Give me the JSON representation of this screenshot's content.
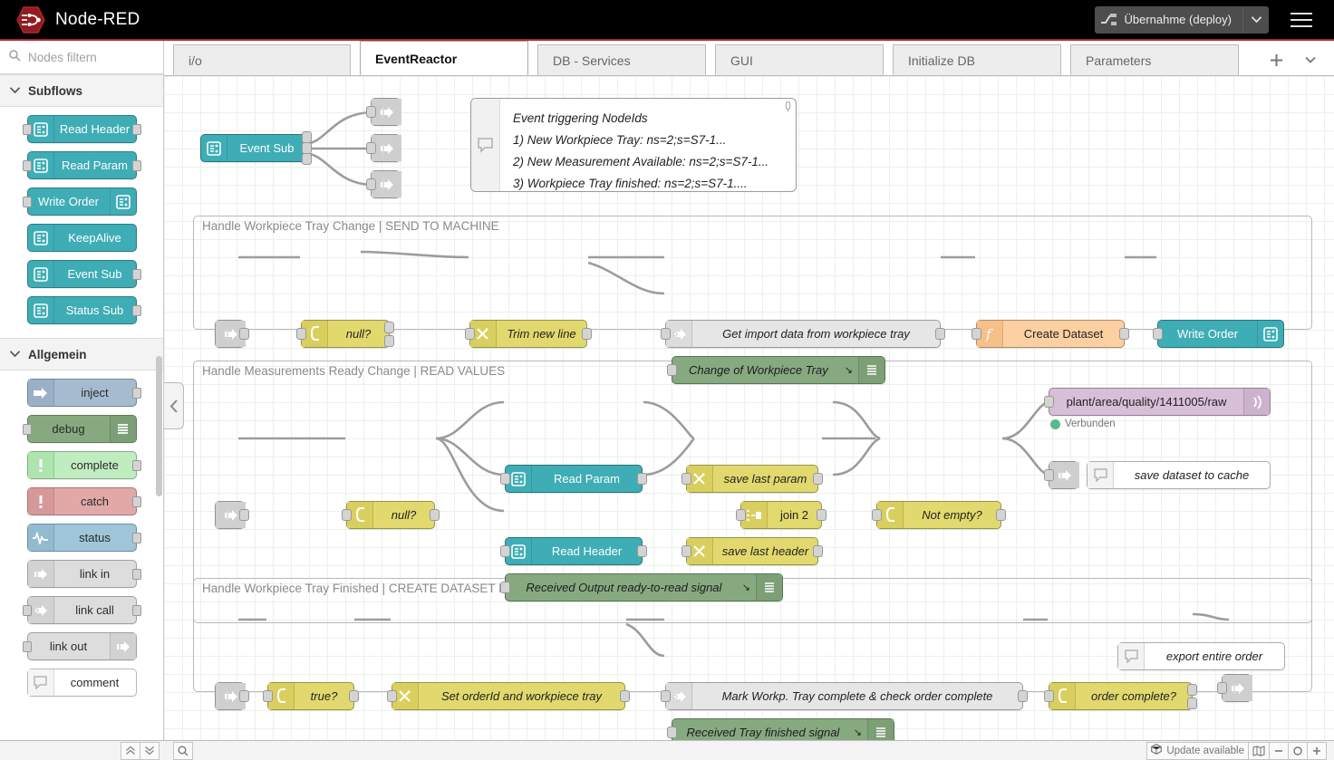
{
  "header": {
    "app_title": "Node-RED",
    "logo_icon": "node-red-hex-logo",
    "deploy_label": "Übernahme (deploy)",
    "deploy_icon": "deploy-icon",
    "deploy_caret_icon": "chevron-down-icon",
    "menu_icon": "hamburger-menu-icon"
  },
  "palette": {
    "search_placeholder": "Nodes filtern",
    "search_value": "",
    "search_icon": "search-icon",
    "categories": [
      {
        "name": "Subflows",
        "chevron_icon": "chevron-down-icon",
        "nodes": [
          {
            "label": "Read Header",
            "icon": "subflow-icon",
            "color": "#3FADB5",
            "icon_side": "left",
            "ports": [
              "in",
              "out"
            ]
          },
          {
            "label": "Read Param",
            "icon": "subflow-icon",
            "color": "#3FADB5",
            "icon_side": "left",
            "ports": [
              "in",
              "out"
            ]
          },
          {
            "label": "Write Order",
            "icon": "subflow-icon",
            "color": "#3FADB5",
            "icon_side": "right",
            "ports": [
              "in"
            ]
          },
          {
            "label": "KeepAlive",
            "icon": "subflow-icon",
            "color": "#3FADB5",
            "icon_side": "left",
            "ports": []
          },
          {
            "label": "Event Sub",
            "icon": "subflow-icon",
            "color": "#3FADB5",
            "icon_side": "left",
            "ports": [
              "out"
            ]
          },
          {
            "label": "Status Sub",
            "icon": "subflow-icon",
            "color": "#3FADB5",
            "icon_side": "left",
            "ports": [
              "out"
            ]
          }
        ]
      },
      {
        "name": "Allgemein",
        "chevron_icon": "chevron-down-icon",
        "nodes": [
          {
            "label": "inject",
            "icon": "inject-arrow-icon",
            "color": "#A6BBCF",
            "icon_side": "left",
            "ports": [
              "out"
            ]
          },
          {
            "label": "debug",
            "icon": "debug-lines-icon",
            "color": "#87A980",
            "icon_side": "right",
            "ports": [
              "in"
            ]
          },
          {
            "label": "complete",
            "icon": "exclamation-icon",
            "color": "#C0EDC0",
            "icon_side": "left",
            "ports": [
              "out"
            ]
          },
          {
            "label": "catch",
            "icon": "exclamation-icon",
            "color": "#E2A8A8",
            "icon_side": "left",
            "ports": [
              "out"
            ]
          },
          {
            "label": "status",
            "icon": "pulse-wave-icon",
            "color": "#9FC5D8",
            "icon_side": "left",
            "ports": [
              "out"
            ]
          },
          {
            "label": "link in",
            "icon": "link-icon",
            "color": "#DDDDDD",
            "icon_side": "left",
            "ports": [
              "out"
            ]
          },
          {
            "label": "link call",
            "icon": "link-call-icon",
            "color": "#DDDDDD",
            "icon_side": "left",
            "ports": [
              "in",
              "out"
            ]
          },
          {
            "label": "link out",
            "icon": "link-icon",
            "color": "#DDDDDD",
            "icon_side": "right",
            "ports": [
              "in"
            ]
          },
          {
            "label": "comment",
            "icon": "comment-bubble-icon",
            "color": "#FFFFFF",
            "icon_side": "left",
            "ports": []
          }
        ]
      }
    ]
  },
  "tabs": {
    "items": [
      {
        "label": "i/o",
        "active": false
      },
      {
        "label": "EventReactor",
        "active": true
      },
      {
        "label": "DB - Services",
        "active": false
      },
      {
        "label": "GUI",
        "active": false
      },
      {
        "label": "Initialize DB",
        "active": false
      },
      {
        "label": "Parameters",
        "active": false
      }
    ],
    "add_icon": "plus-icon",
    "more_icon": "chevron-down-icon"
  },
  "canvas": {
    "collapse_icon": "chevron-left-icon",
    "top_flow": {
      "event_sub": {
        "label": "Event Sub",
        "icon": "subflow-icon"
      },
      "link_out_1": {
        "icon": "link-out-icon"
      },
      "link_out_2": {
        "icon": "link-out-icon"
      },
      "link_out_3": {
        "icon": "link-out-icon"
      },
      "comment": {
        "icon": "comment-bubble-icon",
        "pin_icon": "pin-icon",
        "lines": [
          "Event triggering NodeIds",
          "1) New Workpiece Tray: ns=2;s=S7-1...",
          "2) New Measurement Available: ns=2;s=S7-1...",
          "3) Workpiece Tray finished: ns=2;s=S7-1...."
        ]
      }
    },
    "groups": [
      {
        "title": "Handle Workpiece Tray Change | SEND TO MACHINE",
        "nodes": [
          {
            "label": "",
            "type": "link-in",
            "icon": "link-in-icon"
          },
          {
            "label": "null?",
            "type": "switch",
            "icon": "switch-icon"
          },
          {
            "label": "Trim new line",
            "type": "change",
            "icon": "change-icon"
          },
          {
            "label": "Get import data from workpiece tray",
            "type": "link-call",
            "icon": "link-call-icon"
          },
          {
            "label": "Change of Workpiece Tray",
            "type": "debug",
            "icon": "debug-lines-icon",
            "suffix_icon": "arrow-down-right-icon"
          },
          {
            "label": "Create Dataset",
            "type": "function",
            "icon": "function-fx-icon"
          },
          {
            "label": "Write Order",
            "type": "subflow",
            "icon": "subflow-icon"
          }
        ]
      },
      {
        "title": "Handle Measurements Ready Change | READ VALUES",
        "nodes": [
          {
            "label": "",
            "type": "link-in",
            "icon": "link-in-icon"
          },
          {
            "label": "null?",
            "type": "switch",
            "icon": "switch-icon"
          },
          {
            "label": "Read Param",
            "type": "subflow",
            "icon": "subflow-icon"
          },
          {
            "label": "Read Header",
            "type": "subflow",
            "icon": "subflow-icon"
          },
          {
            "label": "Received Output ready-to-read signal",
            "type": "debug",
            "icon": "debug-lines-icon",
            "suffix_icon": "arrow-down-right-icon"
          },
          {
            "label": "save last param",
            "type": "change",
            "icon": "change-icon"
          },
          {
            "label": "save last header",
            "type": "change",
            "icon": "change-icon"
          },
          {
            "label": "join 2",
            "type": "join",
            "icon": "join-icon"
          },
          {
            "label": "Not empty?",
            "type": "switch",
            "icon": "switch-icon"
          },
          {
            "label": "plant/area/quality/1411005/raw",
            "type": "mqtt-out",
            "icon": "mqtt-signal-icon",
            "status": "Verbunden",
            "status_color": "#5ab88a"
          },
          {
            "label": "",
            "type": "link-out",
            "icon": "link-out-icon"
          },
          {
            "label": "save dataset to cache",
            "type": "comment",
            "icon": "comment-bubble-icon"
          }
        ]
      },
      {
        "title": "Handle Workpiece Tray Finished | CREATE DATASET FOR SAP AND RAW EXPORT",
        "nodes": [
          {
            "label": "",
            "type": "link-in",
            "icon": "link-in-icon"
          },
          {
            "label": "true?",
            "type": "switch",
            "icon": "switch-icon"
          },
          {
            "label": "Set orderId and workpiece tray",
            "type": "change",
            "icon": "change-icon"
          },
          {
            "label": "Mark Workp. Tray complete & check order complete",
            "type": "link-call",
            "icon": "link-call-icon"
          },
          {
            "label": "Received Tray finished signal",
            "type": "debug",
            "icon": "debug-lines-icon",
            "suffix_icon": "arrow-down-right-icon"
          },
          {
            "label": "order complete?",
            "type": "switch",
            "icon": "switch-icon"
          },
          {
            "label": "",
            "type": "link-out",
            "icon": "link-out-icon"
          },
          {
            "label": "export entire order",
            "type": "comment",
            "icon": "comment-bubble-icon"
          }
        ]
      }
    ]
  },
  "footer": {
    "collapse_up_icon": "chevrons-up-icon",
    "collapse_down_icon": "chevrons-down-icon",
    "search_icon": "search-icon",
    "update_label": "Update available",
    "update_icon": "cube-icon",
    "navigator_icon": "map-icon",
    "zoom_out_icon": "minus-icon",
    "zoom_reset_icon": "circle-icon",
    "zoom_in_icon": "plus-icon"
  }
}
